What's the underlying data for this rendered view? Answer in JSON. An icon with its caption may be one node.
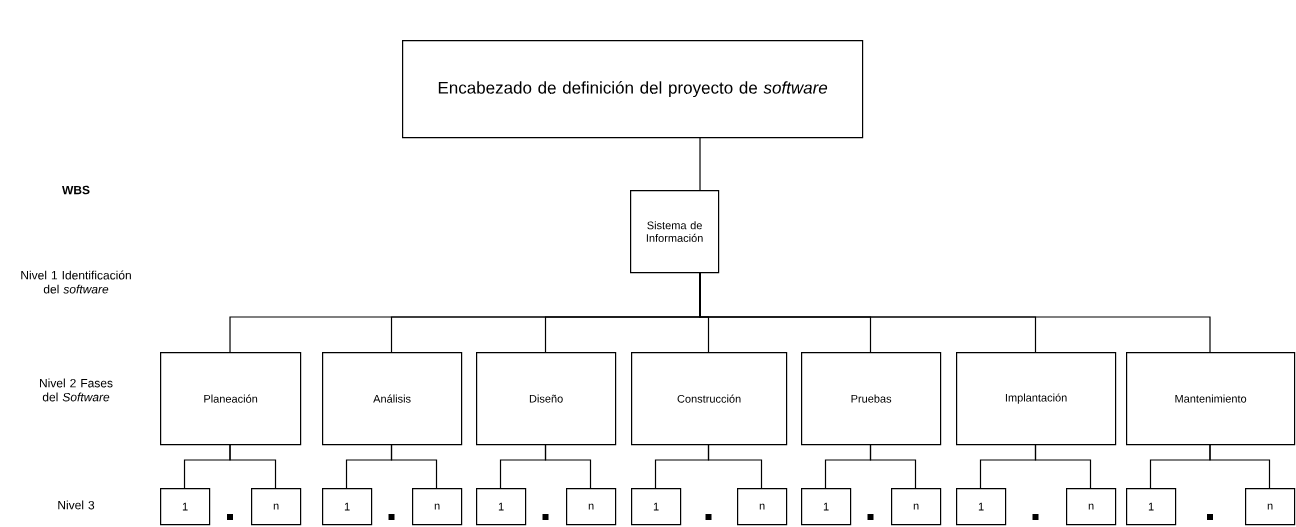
{
  "diagram": {
    "nodes": [
      {
        "text": [
          "Encabezado de definición del proyecto de *software*"
        ]
      },
      {
        "text": [
          "Sistema de Información"
        ]
      },
      {
        "text": [
          "Planeación"
        ]
      },
      {
        "text": [
          "Análisis"
        ]
      },
      {
        "text": [
          "Diseño"
        ]
      },
      {
        "text": [
          "Construcción"
        ]
      },
      {
        "text": [
          "Pruebas"
        ]
      },
      {
        "text": [
          "Implantación"
        ]
      },
      {
        "text": [
          "Mantenimiento"
        ]
      },
      {
        "text": [
          "1"
        ]
      },
      {
        "text": [
          "n"
        ]
      },
      {
        "text": [
          "1"
        ]
      },
      {
        "text": [
          "n"
        ]
      },
      {
        "text": [
          "1"
        ]
      },
      {
        "text": [
          "n"
        ]
      },
      {
        "text": [
          "1"
        ]
      },
      {
        "text": [
          "n"
        ]
      },
      {
        "text": [
          "1"
        ]
      },
      {
        "text": [
          "n"
        ]
      },
      {
        "text": [
          "1"
        ]
      },
      {
        "text": [
          "n"
        ]
      },
      {
        "text": [
          "1"
        ]
      },
      {
        "text": [
          "n"
        ]
      }
    ],
    "edges": [
      {
        "from": 0,
        "to": 1,
        "arrow": "none"
      },
      {
        "from": 1,
        "to": 2,
        "arrow": "none"
      },
      {
        "from": 1,
        "to": 3,
        "arrow": "none"
      },
      {
        "from": 1,
        "to": 4,
        "arrow": "none"
      },
      {
        "from": 1,
        "to": 5,
        "arrow": "none"
      },
      {
        "from": 1,
        "to": 6,
        "arrow": "none"
      },
      {
        "from": 1,
        "to": 7,
        "arrow": "none"
      },
      {
        "from": 1,
        "to": 8,
        "arrow": "none"
      },
      {
        "from": 2,
        "to": 9,
        "arrow": "none"
      },
      {
        "from": 2,
        "to": 10,
        "arrow": "none"
      },
      {
        "from": 3,
        "to": 11,
        "arrow": "none"
      },
      {
        "from": 3,
        "to": 12,
        "arrow": "none"
      },
      {
        "from": 4,
        "to": 13,
        "arrow": "none"
      },
      {
        "from": 4,
        "to": 14,
        "arrow": "none"
      },
      {
        "from": 5,
        "to": 15,
        "arrow": "none"
      },
      {
        "from": 5,
        "to": 16,
        "arrow": "none"
      },
      {
        "from": 6,
        "to": 17,
        "arrow": "none"
      },
      {
        "from": 6,
        "to": 18,
        "arrow": "none"
      },
      {
        "from": 7,
        "to": 19,
        "arrow": "none"
      },
      {
        "from": 7,
        "to": 20,
        "arrow": "none"
      },
      {
        "from": 8,
        "to": 21,
        "arrow": "none"
      },
      {
        "from": 8,
        "to": 22,
        "arrow": "none"
      }
    ],
    "labels": [
      "WBS",
      "Nivel 1 Identificación del *software*",
      "Nivel 2 Fases del *Software*",
      "Nivel 3"
    ]
  }
}
